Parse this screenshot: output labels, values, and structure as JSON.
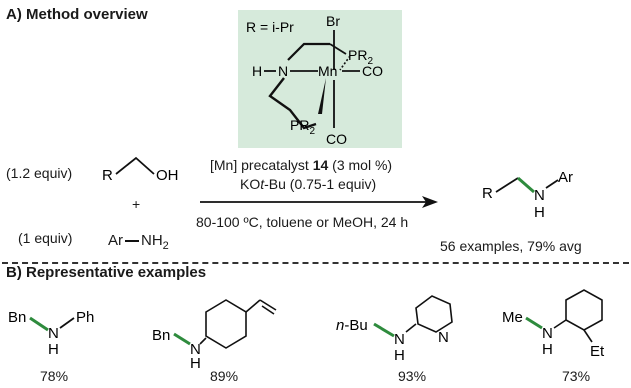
{
  "section_a": {
    "title": "A) Method overview"
  },
  "catalyst": {
    "r_def": "R = i-Pr",
    "br": "Br",
    "pr2_top": "PR",
    "sub_2": "2",
    "h": "H",
    "n": "N",
    "mn": "Mn",
    "co_right": "CO",
    "pr2_bottom": "PR",
    "co_bottom": "CO",
    "box_color": "#d6eadb"
  },
  "reaction": {
    "alcohol_equiv": "(1.2 equiv)",
    "alcohol_r": "R",
    "alcohol_oh": "OH",
    "plus": "+",
    "amine_equiv": "(1 equiv)",
    "amine_text": "Ar",
    "amine_nh": "NH",
    "amine_sub": "2",
    "cond_line1_pre": "[Mn] precatalyst ",
    "cond_line1_bold": "14",
    "cond_line1_post": " (3 mol %)",
    "cond_line2_pre": "KO",
    "cond_line2_ital": "t",
    "cond_line2_post": "-Bu (0.75-1 equiv)",
    "cond_line3": "80-100 ºC, toluene or MeOH, 24 h",
    "product_r": "R",
    "product_n": "N",
    "product_h": "H",
    "product_ar": "Ar",
    "summary": "56 examples, 79% avg",
    "bond_color": "#2e8b3d"
  },
  "section_b": {
    "title": "B) Representative examples",
    "examples": [
      {
        "left": "Bn",
        "n": "N",
        "h": "H",
        "right": "Ph",
        "yield": "78%"
      },
      {
        "left": "Bn",
        "n": "N",
        "h": "H",
        "yield": "89%"
      },
      {
        "left_ital": "n",
        "left": "-Bu",
        "n": "N",
        "h": "H",
        "ring_n": "N",
        "yield": "93%"
      },
      {
        "left": "Me",
        "n": "N",
        "h": "H",
        "sub": "Et",
        "yield": "73%"
      }
    ]
  }
}
